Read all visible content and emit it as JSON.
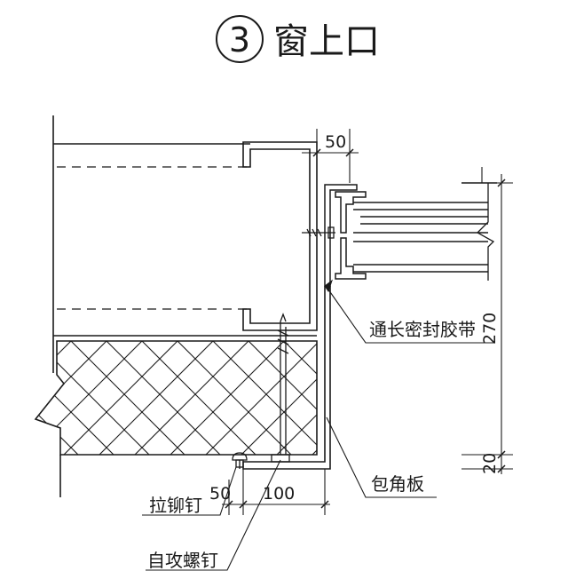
{
  "title": {
    "number": "3",
    "text": "窗上口"
  },
  "dimensions": {
    "top_gap": "50",
    "height_main": "270",
    "height_bottom": "20",
    "bottom_left": "50",
    "bottom_right": "100"
  },
  "labels": {
    "sealant": "通长密封胶带",
    "corner_plate": "包角板",
    "rivet": "拉铆钉",
    "screw": "自攻螺钉"
  },
  "colors": {
    "line": "#1a1a1a",
    "paper": "#ffffff"
  }
}
